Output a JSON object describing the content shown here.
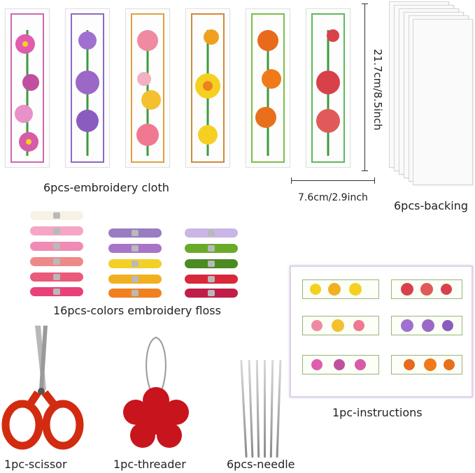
{
  "labels": {
    "cloth": "6pcs-embroidery cloth",
    "backing": "6pcs-backing",
    "floss": "16pcs-colors embroidery floss",
    "instructions": "1pc-instructions",
    "scissor": "1pc-scissor",
    "threader": "1pc-threader",
    "needle": "6pcs-needle"
  },
  "dimensions": {
    "height": "21.7cm/8.5inch",
    "width": "7.6cm/2.9inch"
  },
  "colors": {
    "bookmark_frames": [
      "#c86bb0",
      "#8b6bbf",
      "#e0a040",
      "#d08a3a",
      "#7bbf4a",
      "#5cb85c"
    ],
    "bookmark_flowers": [
      "#e05cb0",
      "#a070d0",
      "#f08aa0",
      "#f5d020",
      "#e86a1a",
      "#d9414a"
    ],
    "floss_left": [
      "#f7f2e6",
      "#f4a6c4",
      "#f08cb4",
      "#ec8a8a",
      "#ea5a7a",
      "#e8407a"
    ],
    "floss_mid": [
      "#9a7cc0",
      "#a874c8",
      "#f2d028",
      "#f0b020",
      "#f08020"
    ],
    "floss_right": [
      "#c9b6e6",
      "#6aaa2a",
      "#4c8a22",
      "#d8283a",
      "#c01e48"
    ],
    "scissor": "#d22b10",
    "threader": "#c8141c"
  }
}
